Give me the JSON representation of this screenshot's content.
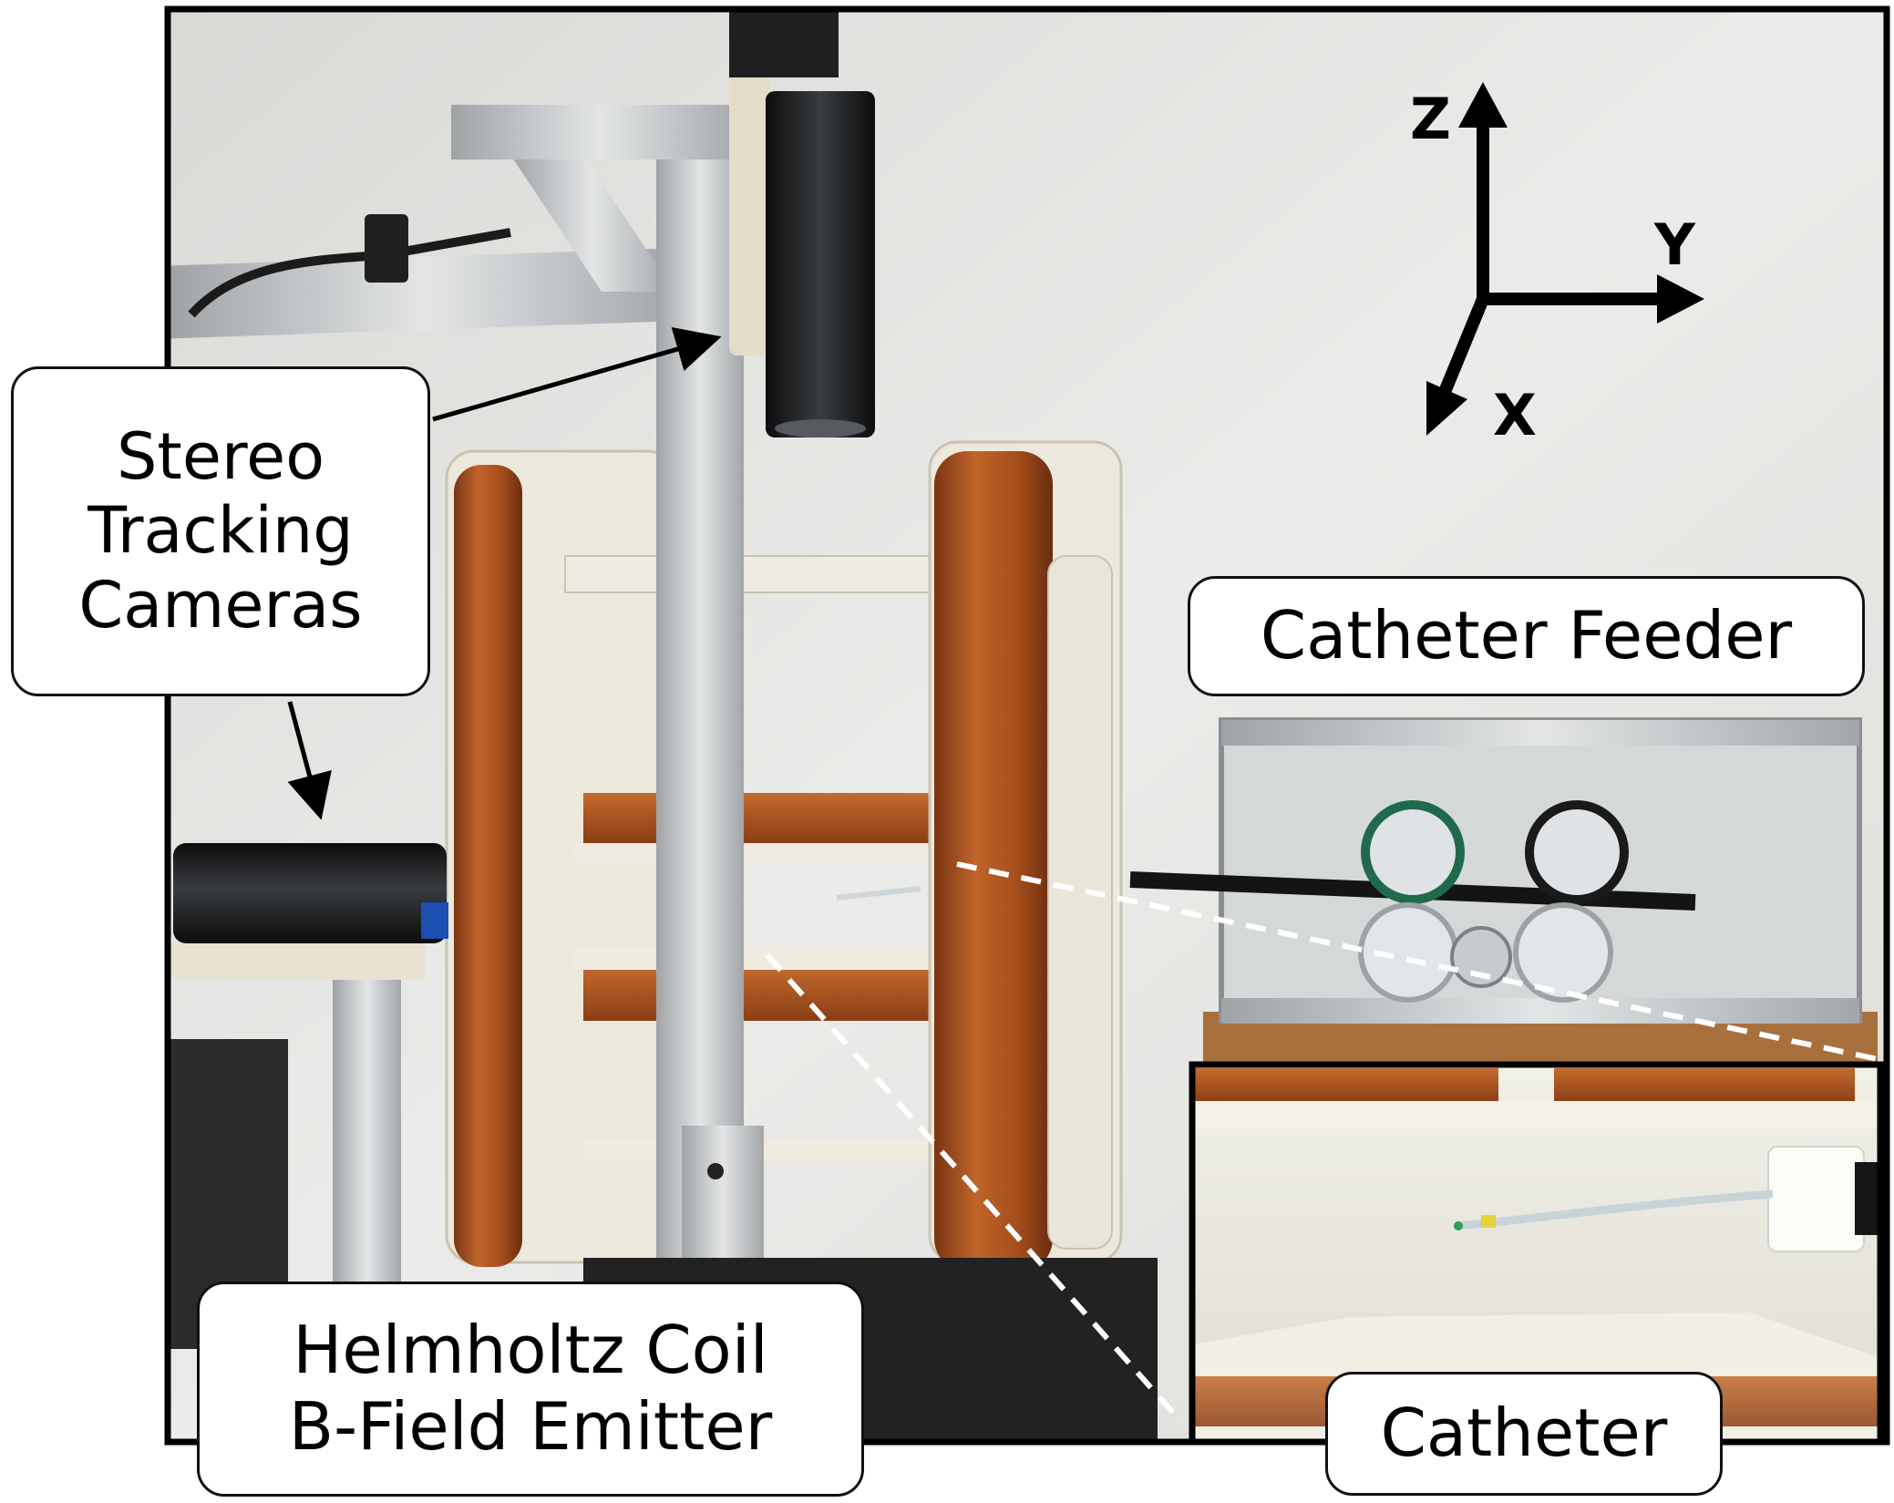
{
  "callouts": {
    "stereo_cameras": "Stereo\nTracking\nCameras",
    "catheter_feeder": "Catheter Feeder",
    "helmholtz_coil": "Helmholtz Coil\nB-Field Emitter",
    "catheter": "Catheter"
  },
  "axes": {
    "z": "Z",
    "y": "Y",
    "x": "X"
  },
  "colors": {
    "wall": "#e6e6e3",
    "copper_coil": "#b45a22",
    "coil_frame": "#ece8dc",
    "aluminum": "#c3c6c8",
    "camera": "#16181a",
    "bench": "#222222",
    "inset_bg": "#ecebe2"
  }
}
